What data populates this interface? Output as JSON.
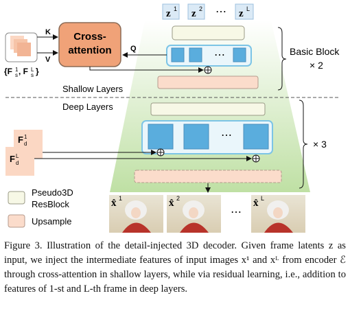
{
  "diagram": {
    "z_inputs": [
      "z",
      "z",
      "z"
    ],
    "z_superscripts": [
      "1",
      "2",
      "L"
    ],
    "ellipsis": "⋯",
    "cross_attention_label": [
      "Cross-",
      "attention"
    ],
    "k_label": "K",
    "v_label": "V",
    "q_label": "Q",
    "source_features": "{F",
    "source_features_sub_1": "s",
    "source_features_sup_1": "1",
    "source_features_sub_2": "s",
    "source_features_sup_2": "L",
    "source_features_sep": ", F",
    "source_features_close": "}",
    "basic_block_label": "Basic Block",
    "basic_block_repeat": "× 2",
    "shallow_layers_label": "Shallow Layers",
    "deep_layers_label": "Deep Layers",
    "deep_repeat": "× 3",
    "detail_feature_1": {
      "base": "F",
      "sub": "d",
      "sup": "1"
    },
    "detail_feature_L": {
      "base": "F",
      "sub": "d",
      "sup": "L"
    },
    "legend": {
      "resblock_label_line1": "Pseudo3D",
      "resblock_label_line2": "ResBlock",
      "upsample_label": "Upsample"
    },
    "outputs": [
      {
        "base": "x̂",
        "sup": "1"
      },
      {
        "base": "x̂",
        "sup": "2"
      },
      {
        "base": "x̂",
        "sup": "L"
      }
    ],
    "colors": {
      "cross_attention_fill": "#f0a278",
      "resblock_fill": "#f7f8e6",
      "upsample_fill": "#fbdccb",
      "feature_block_fill": "#5aaddd",
      "frame_border": "#7cc4e6",
      "trapezoid_top": "#ffffff",
      "trapezoid_bottom": "#bfe0a4"
    }
  },
  "caption": {
    "text": "Figure 3. Illustration of the detail-injected 3D decoder. Given frame latents z as input, we inject the intermediate features of input images x¹ and xᴸ from encoder ℰ through cross-attention in shallow layers, while via residual learning, i.e., addition to features of 1-st and L-th frame in deep layers."
  }
}
